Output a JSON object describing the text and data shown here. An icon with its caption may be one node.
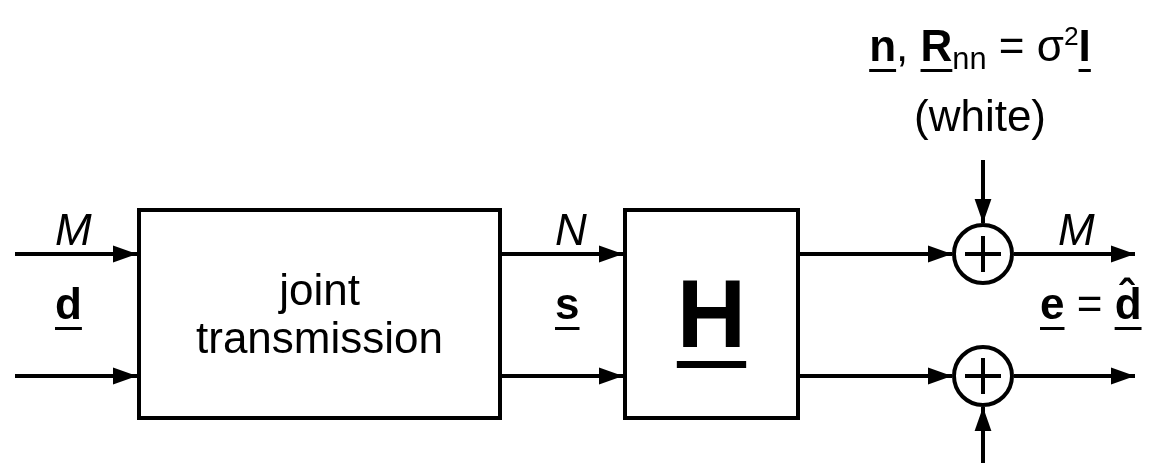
{
  "diagram": {
    "nodes": [
      {
        "text": [
          "joint transmission"
        ]
      },
      {
        "text": [
          "H"
        ]
      },
      {
        "text": [],
        "shape": "circle"
      },
      {
        "text": [],
        "shape": "circle"
      },
      {
        "text": [
          "**n**, **R**$_{nn}$ = σ$^{2}$**I**",
          "(white)"
        ]
      }
    ],
    "edges": [
      {
        "from": null,
        "to": 0,
        "arrow": "to"
      },
      {
        "from": null,
        "to": 0,
        "arrow": "to"
      },
      {
        "from": 0,
        "to": 1,
        "arrow": "to"
      },
      {
        "from": 0,
        "to": 1,
        "arrow": "to"
      },
      {
        "from": 1,
        "to": 2,
        "arrow": "to"
      },
      {
        "from": 1,
        "to": 3,
        "arrow": "to"
      },
      {
        "from": 4,
        "to": 2,
        "arrow": "to"
      },
      {
        "from": null,
        "to": 3,
        "arrow": "to"
      },
      {
        "from": 2,
        "to": null,
        "arrow": "to"
      },
      {
        "from": 3,
        "to": null,
        "arrow": "to"
      }
    ],
    "labels": [
      "M",
      "d",
      "N",
      "s",
      "M",
      "**e** = **d̂**"
    ]
  }
}
